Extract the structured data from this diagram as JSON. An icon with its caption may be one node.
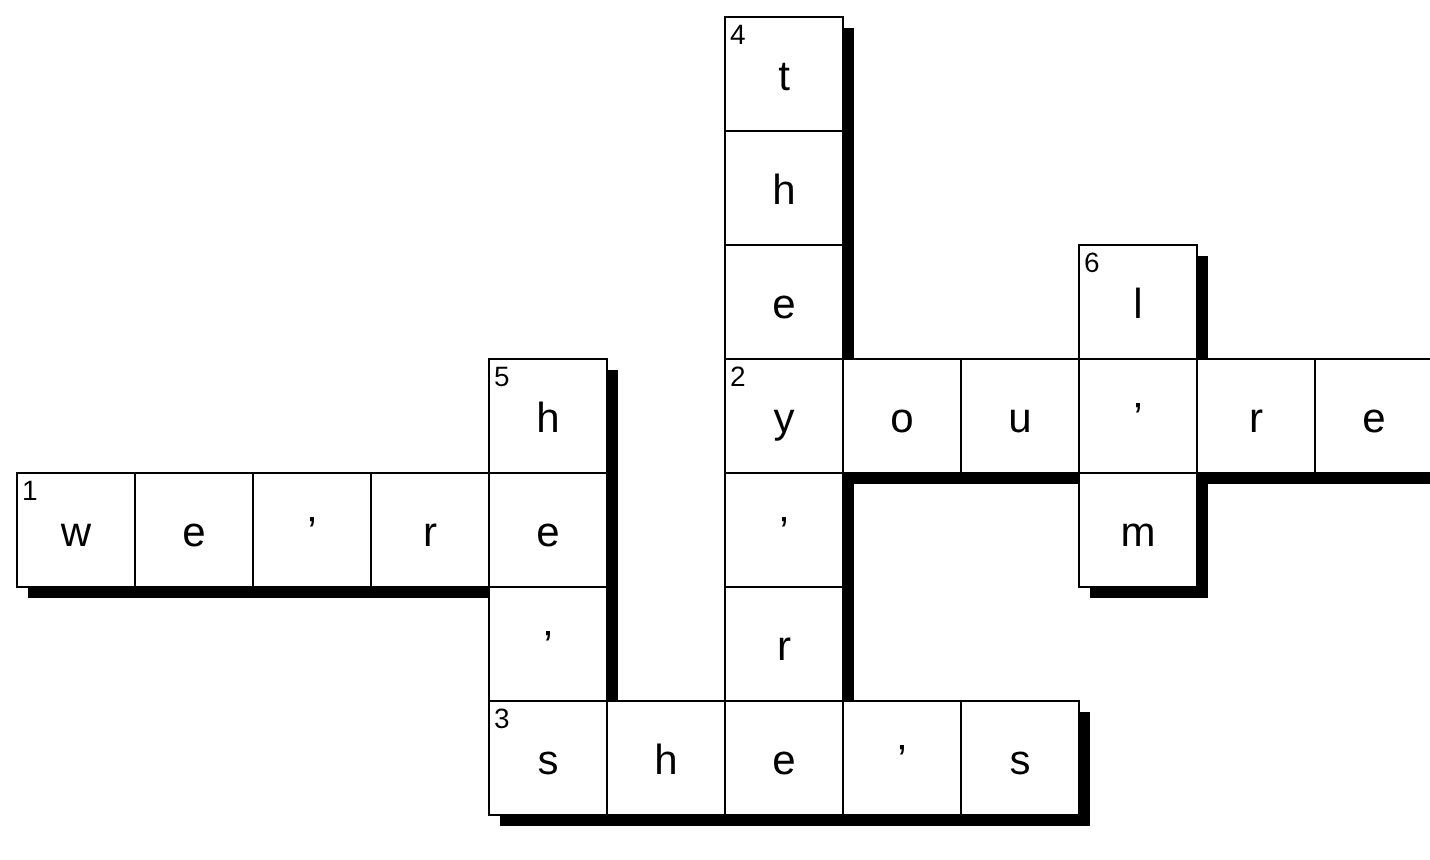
{
  "diagram": {
    "nodes": [
      {
        "text": [
          "4",
          "t"
        ]
      },
      {
        "text": [
          "h"
        ]
      },
      {
        "text": [
          "e"
        ]
      },
      {
        "text": [
          "6",
          "l"
        ]
      },
      {
        "text": [
          "5",
          "h"
        ]
      },
      {
        "text": [
          "2",
          "y"
        ]
      },
      {
        "text": [
          "o"
        ]
      },
      {
        "text": [
          "u"
        ]
      },
      {
        "text": [
          "’"
        ]
      },
      {
        "text": [
          "r"
        ]
      },
      {
        "text": [
          "e"
        ]
      },
      {
        "text": [
          "1",
          "w"
        ]
      },
      {
        "text": [
          "e"
        ]
      },
      {
        "text": [
          "’"
        ]
      },
      {
        "text": [
          "r"
        ]
      },
      {
        "text": [
          "e"
        ]
      },
      {
        "text": [
          "’"
        ]
      },
      {
        "text": [
          "m"
        ]
      },
      {
        "text": [
          "’"
        ]
      },
      {
        "text": [
          "r"
        ]
      },
      {
        "text": [
          "3",
          "s"
        ]
      },
      {
        "text": [
          "h"
        ]
      },
      {
        "text": [
          "e"
        ]
      },
      {
        "text": [
          "’"
        ]
      },
      {
        "text": [
          "s"
        ]
      }
    ]
  }
}
